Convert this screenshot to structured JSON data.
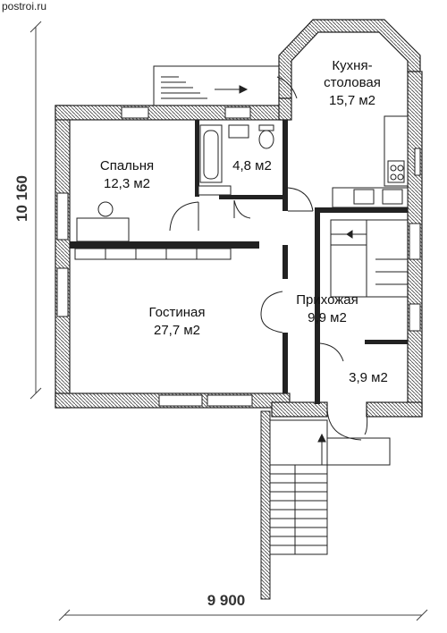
{
  "site": "postroi.ru",
  "rooms": {
    "kitchen": {
      "name": "Кухня-\nстоловая",
      "area": "15,7 м2"
    },
    "bedroom": {
      "name": "Спальня",
      "area": "12,3 м2"
    },
    "bathroom": {
      "area": "4,8 м2"
    },
    "living": {
      "name": "Гостиная",
      "area": "27,7 м2"
    },
    "hall": {
      "name": "Прихожая",
      "area": "9,9 м2"
    },
    "storage": {
      "area": "3,9 м2"
    }
  },
  "dimensions": {
    "height": "10 160",
    "width": "9 900"
  }
}
